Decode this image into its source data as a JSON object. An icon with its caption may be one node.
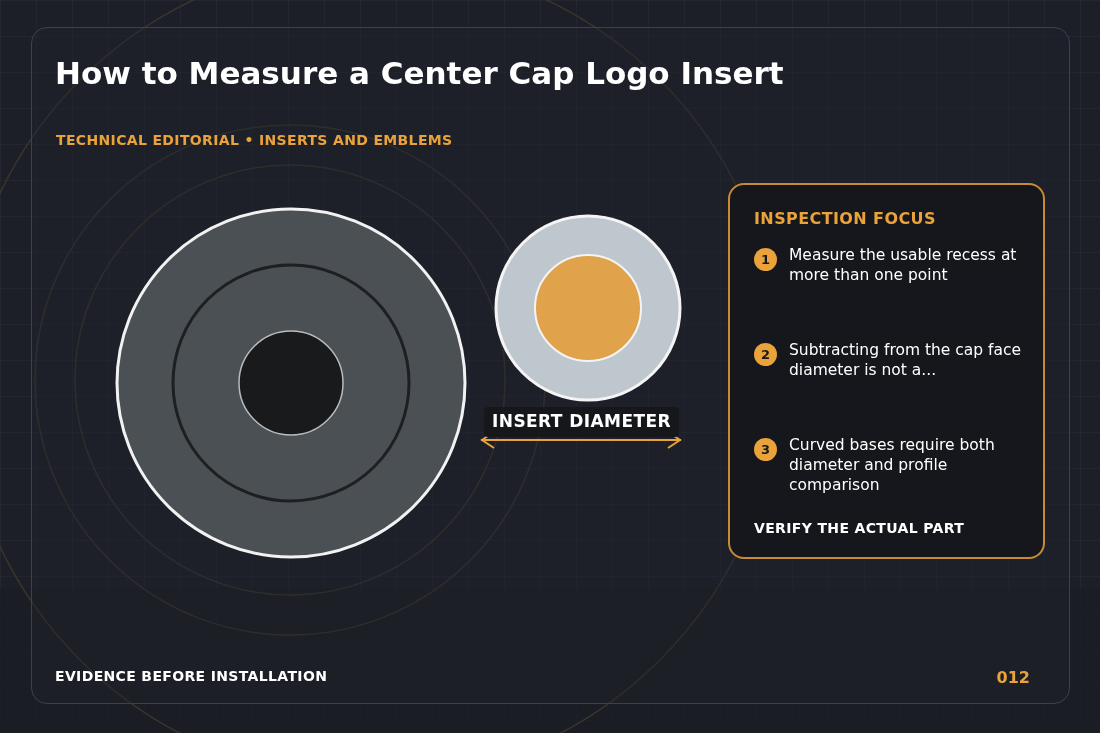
{
  "diagram": {
    "title": "How to Measure a Center Cap Logo Insert",
    "nodes": [
      {
        "text": [
          "INSPECTION FOCUS",
          "VERIFY THE ACTUAL PART"
        ]
      },
      {
        "text": [
          "1"
        ],
        "in": 0,
        "beside": [
          "Measure the usable recess at more than one point"
        ]
      },
      {
        "text": [
          "2"
        ],
        "in": 0,
        "beside": [
          "Subtracting from the cap face diameter is not a..."
        ]
      },
      {
        "text": [
          "3"
        ],
        "in": 0,
        "beside": [
          "Curved bases require both diameter and profile comparison"
        ]
      }
    ],
    "labels": [
      "TECHNICAL EDITORIAL • INSERTS AND EMBLEMS",
      "INSERT DIAMETER",
      "EVIDENCE BEFORE INSTALLATION",
      "012"
    ]
  }
}
